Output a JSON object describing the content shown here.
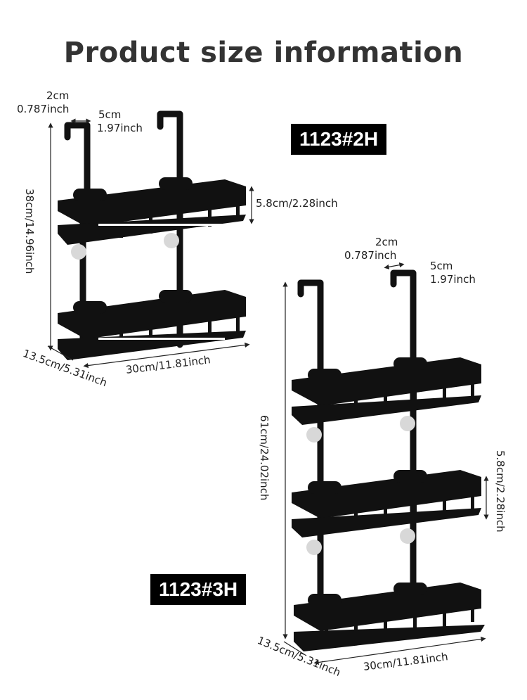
{
  "title": "Product size information",
  "products": [
    {
      "model": "1123#2H",
      "dims": {
        "hook_gap": [
          "2cm",
          "0.787inch"
        ],
        "hook_depth": [
          "5cm",
          "1.97inch"
        ],
        "height": "38cm/14.96inch",
        "basket_height": "5.8cm/2.28inch",
        "depth": "13.5cm/5.31inch",
        "width": "30cm/11.81inch"
      }
    },
    {
      "model": "1123#3H",
      "dims": {
        "hook_gap": [
          "2cm",
          "0.787inch"
        ],
        "hook_depth": [
          "5cm",
          "1.97inch"
        ],
        "height": "61cm/24.02inch",
        "basket_height": "5.8cm/2.28inch",
        "depth": "13.5cm/5.31inch",
        "width": "30cm/11.81inch"
      }
    }
  ],
  "colors": {
    "product": "#111111",
    "badge": "#000000",
    "title": "#333333"
  }
}
